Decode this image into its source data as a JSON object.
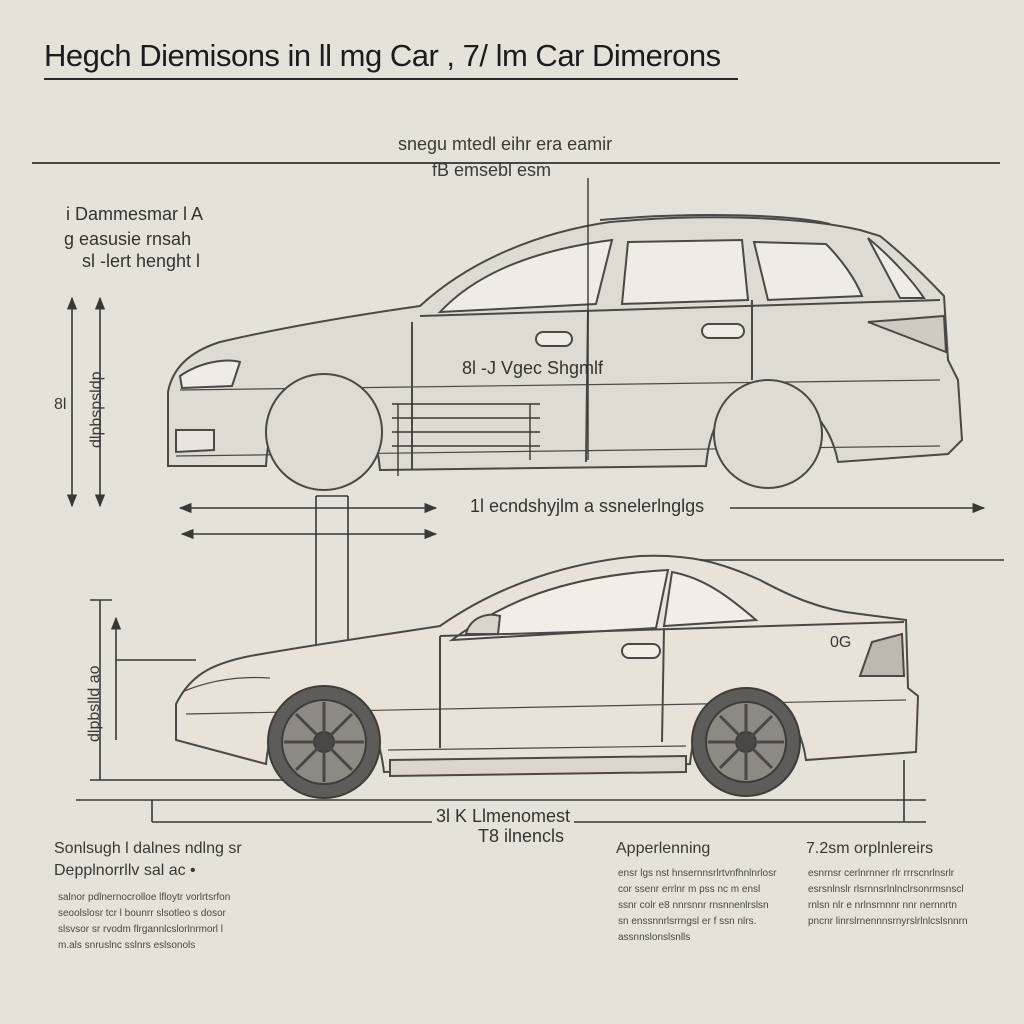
{
  "title": "Hegch Diemisons  in ll mg Car , 7/ lm Car Dimerons",
  "top_header": {
    "line1": "snegu mtedl eihr era eamir",
    "line2": "fB  emsebl esm"
  },
  "left_dimension_labels": {
    "line1": "i  Dammesmar l A",
    "line2": "g  easusie rnsah",
    "line3": "sl  -lert henght l"
  },
  "wagon_labels": {
    "side_marker": "8l",
    "vertical_text": "dlpbspsldp",
    "center_label": "8l  -J  Vgec Shgmlf",
    "length_label": "1l  ecndshyjlm a  ssnelerlnglgs"
  },
  "coupe_labels": {
    "badge": "0G",
    "vertical_text": "dlpbslld ao"
  },
  "bottom_dimension": {
    "line1": "3l  K  Llmenomest",
    "line2": "T8  ilnencls"
  },
  "notes": {
    "left": {
      "heading1": "Sonlsugh l dalnes  ndlng  sr",
      "heading2": "Depplnorrllv  sal ac  •",
      "lines": [
        "salnor pdlnernocrolloe lfloytr vorlrtsrfon",
        "seoolslosr  tcr  l bounrr slsotleo s dosor",
        "slsvsor sr  rvodm  flrgannlcslorlnrmorl l",
        "m.als  snruslnc  sslnrs  eslsonols"
      ]
    },
    "middle": {
      "heading": "Apperlenning",
      "lines": [
        "ensr lgs nst  hnsernnsrlrtvnfhnlnrlosr",
        "cor  ssenr  errlnr  m pss nc  m ensl",
        "ssnr  colr  e8  nnrsnnr  rnsnnenlrslsn",
        "sn  enssnnrlsrrngsl  er  f ssn  nlrs.",
        "assnnslonslsnlls"
      ]
    },
    "right": {
      "heading": "7.2sm  orplnlereirs",
      "lines": [
        "esnrnsr  cerlnrnner  rlr  rrrscnrlnsrlr",
        "esrsnlnslr  rlsrnnsrlnlnclrsonrmsnscl",
        "rnlsn  nlr  e  nrlnsrnnnr  nnr  nernnrtn",
        "pncnr  linrslrnennnsrnyrslrlnlcslsnnrn"
      ]
    }
  },
  "colors": {
    "paper": "#e5e2d9",
    "ink": "#2b2a28",
    "coupe_fill": "#e9e2d9",
    "wagon_fill": "#dedbd3"
  }
}
